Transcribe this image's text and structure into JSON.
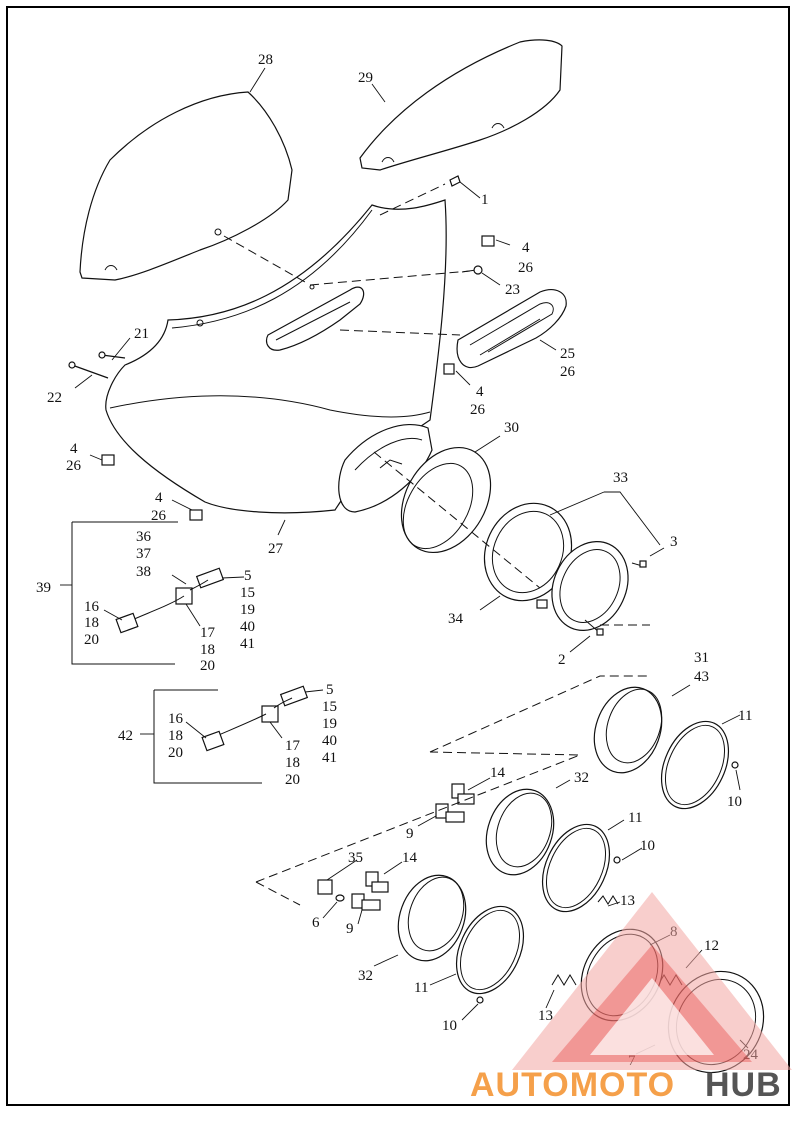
{
  "diagram": {
    "callouts": [
      {
        "id": "c28",
        "label": "28"
      },
      {
        "id": "c29",
        "label": "29"
      },
      {
        "id": "c1",
        "label": "1"
      },
      {
        "id": "c4a",
        "label": "4"
      },
      {
        "id": "c26a",
        "label": "26"
      },
      {
        "id": "c23",
        "label": "23"
      },
      {
        "id": "c21",
        "label": "21"
      },
      {
        "id": "c22",
        "label": "22"
      },
      {
        "id": "c25",
        "label": "25"
      },
      {
        "id": "c26b",
        "label": "26"
      },
      {
        "id": "c4b",
        "label": "4"
      },
      {
        "id": "c26c",
        "label": "26"
      },
      {
        "id": "c30",
        "label": "30"
      },
      {
        "id": "c4c",
        "label": "4"
      },
      {
        "id": "c26d",
        "label": "26"
      },
      {
        "id": "c4d",
        "label": "4"
      },
      {
        "id": "c26e",
        "label": "26"
      },
      {
        "id": "c27",
        "label": "27"
      },
      {
        "id": "c33",
        "label": "33"
      },
      {
        "id": "c3",
        "label": "3"
      },
      {
        "id": "c34",
        "label": "34"
      },
      {
        "id": "c2",
        "label": "2"
      },
      {
        "id": "c36",
        "label": "36"
      },
      {
        "id": "c37",
        "label": "37"
      },
      {
        "id": "c38",
        "label": "38"
      },
      {
        "id": "c39",
        "label": "39"
      },
      {
        "id": "c5a",
        "label": "5"
      },
      {
        "id": "c15a",
        "label": "15"
      },
      {
        "id": "c19a",
        "label": "19"
      },
      {
        "id": "c40a",
        "label": "40"
      },
      {
        "id": "c41a",
        "label": "41"
      },
      {
        "id": "c16a",
        "label": "16"
      },
      {
        "id": "c18a",
        "label": "18"
      },
      {
        "id": "c20a",
        "label": "20"
      },
      {
        "id": "c17a",
        "label": "17"
      },
      {
        "id": "c18b",
        "label": "18"
      },
      {
        "id": "c20b",
        "label": "20"
      },
      {
        "id": "c42",
        "label": "42"
      },
      {
        "id": "c5b",
        "label": "5"
      },
      {
        "id": "c15b",
        "label": "15"
      },
      {
        "id": "c19b",
        "label": "19"
      },
      {
        "id": "c40b",
        "label": "40"
      },
      {
        "id": "c41b",
        "label": "41"
      },
      {
        "id": "c16b",
        "label": "16"
      },
      {
        "id": "c18c",
        "label": "18"
      },
      {
        "id": "c20c",
        "label": "20"
      },
      {
        "id": "c17b",
        "label": "17"
      },
      {
        "id": "c18d",
        "label": "18"
      },
      {
        "id": "c20d",
        "label": "20"
      },
      {
        "id": "c31",
        "label": "31"
      },
      {
        "id": "c43",
        "label": "43"
      },
      {
        "id": "c11a",
        "label": "11"
      },
      {
        "id": "c10a",
        "label": "10"
      },
      {
        "id": "c14a",
        "label": "14"
      },
      {
        "id": "c32a",
        "label": "32"
      },
      {
        "id": "c9a",
        "label": "9"
      },
      {
        "id": "c11b",
        "label": "11"
      },
      {
        "id": "c10b",
        "label": "10"
      },
      {
        "id": "c35",
        "label": "35"
      },
      {
        "id": "c14b",
        "label": "14"
      },
      {
        "id": "c6",
        "label": "6"
      },
      {
        "id": "c9b",
        "label": "9"
      },
      {
        "id": "c32b",
        "label": "32"
      },
      {
        "id": "c11c",
        "label": "11"
      },
      {
        "id": "c10c",
        "label": "10"
      },
      {
        "id": "c13a",
        "label": "13"
      },
      {
        "id": "c8",
        "label": "8"
      },
      {
        "id": "c12",
        "label": "12"
      },
      {
        "id": "c13b",
        "label": "13"
      },
      {
        "id": "c7",
        "label": "7"
      },
      {
        "id": "c24",
        "label": "24"
      }
    ]
  },
  "watermark": {
    "text_a": "AUTOMOTO",
    "text_b": "HUB",
    "accent_color": "#e4302d",
    "accent_light": "#f2a6a2",
    "orange_color": "#f5a04a",
    "gray_color": "#555555"
  }
}
